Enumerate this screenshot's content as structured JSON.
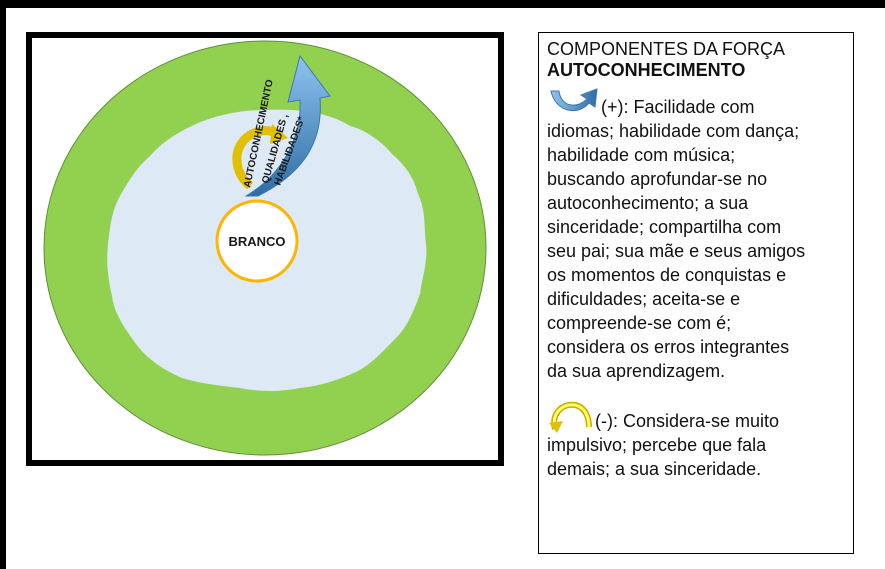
{
  "diagram": {
    "center_label": "BRANCO",
    "arrow_texts": [
      "AUTOCONHECIMENTO",
      "QUALIDADES ,",
      "HABILIDADES*"
    ],
    "colors": {
      "outer_ring": "#92d050",
      "inner_area": "#dde9f5",
      "center_circle": "#ffb400",
      "positive_arrow": "#5b9bd5",
      "negative_arrow": "#ffff00"
    }
  },
  "legend": {
    "title": "COMPONENTES DA FORÇA",
    "subtitle": "AUTOCONHECIMENTO",
    "positive": {
      "icon": "blue-curved-arrow-icon",
      "lines": [
        "(+): Facilidade com",
        "idiomas; habilidade com dança;",
        "habilidade com música;",
        "buscando aprofundar-se no",
        "autoconhecimento; a sua",
        "sinceridade; compartilha com",
        "seu pai; sua mãe e seus amigos",
        "os momentos de conquistas e",
        "dificuldades; aceita-se e",
        "compreende-se com é;",
        "considera os erros integrantes",
        "da sua aprendizagem."
      ]
    },
    "negative": {
      "icon": "yellow-curved-arrow-icon",
      "lines": [
        "(-): Considera-se muito",
        "impulsivo; percebe que fala",
        "demais; a sua sinceridade."
      ]
    }
  }
}
